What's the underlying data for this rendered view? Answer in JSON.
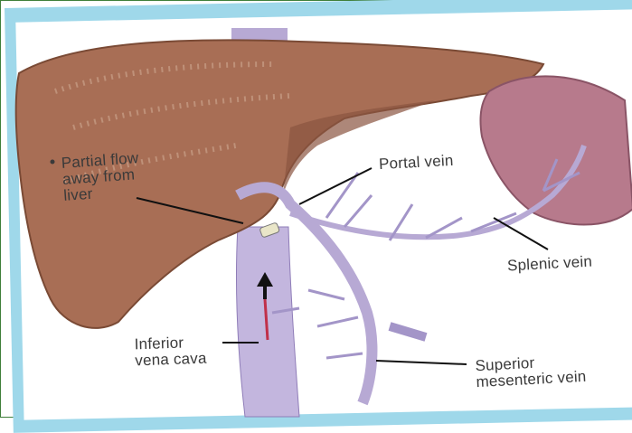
{
  "labels": {
    "partial_flow": "Partial flow\naway from\nliver",
    "portal_vein": "Portal vein",
    "splenic_vein": "Splenic vein",
    "inferior_vena_cava": "Inferior\nvena cava",
    "superior_mesenteric_vein": "Superior\nmesenteric vein"
  },
  "colors": {
    "liver": "#a86e55",
    "liver_dark": "#8a5440",
    "vein": "#b7a9d4",
    "vein_dark": "#7f6aa8",
    "spleen": "#b77a8c",
    "frame": "#9fd8ea"
  }
}
